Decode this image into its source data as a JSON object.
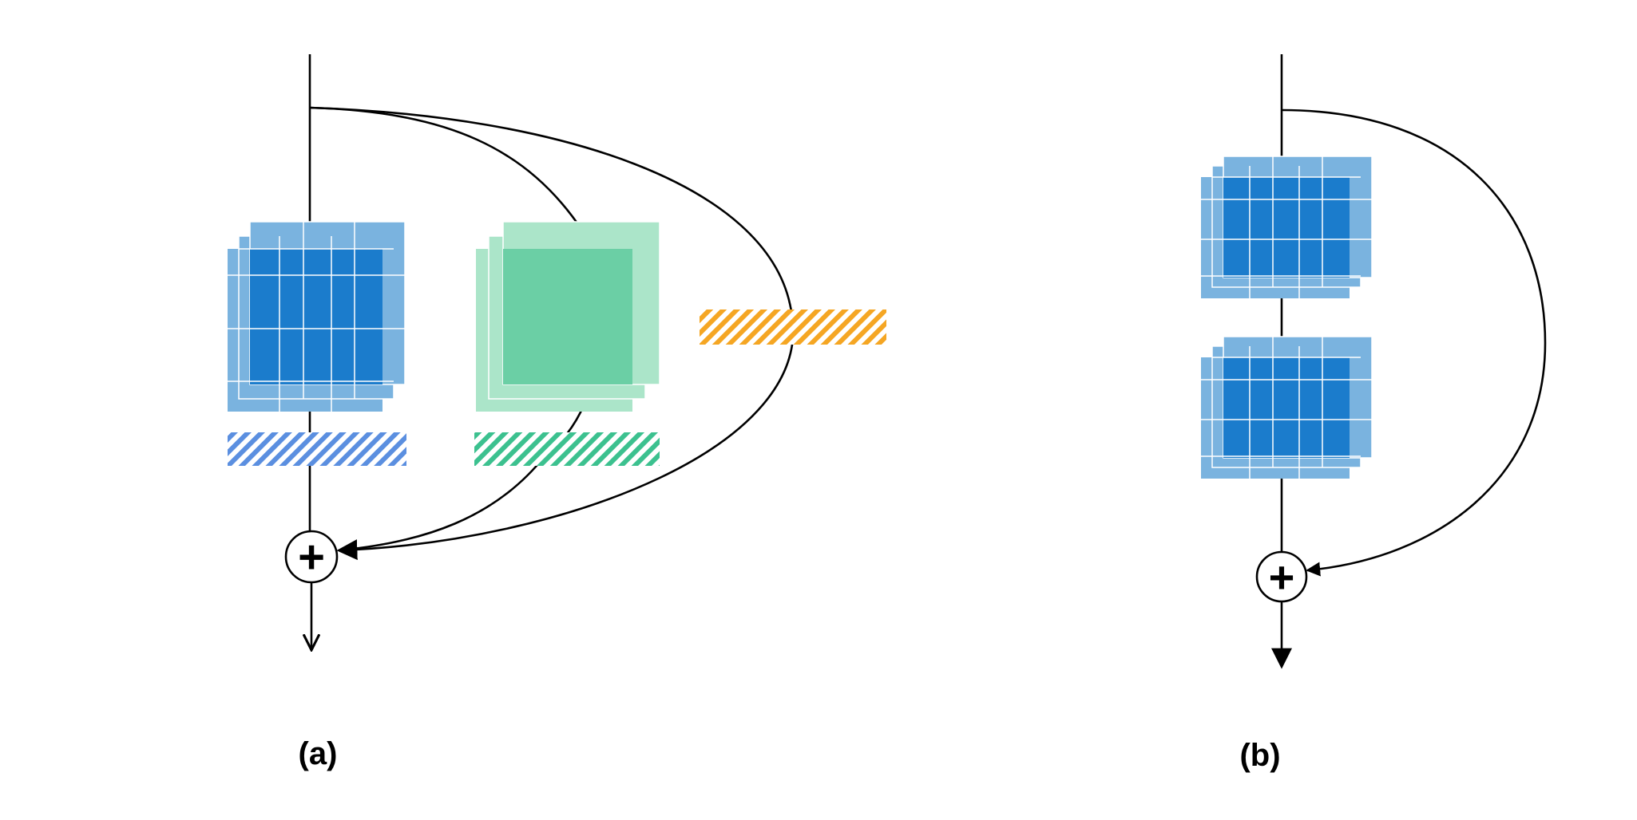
{
  "panels": [
    {
      "id": "a",
      "label": "(a)"
    },
    {
      "id": "b",
      "label": "(b)"
    }
  ],
  "operators": {
    "sum_symbol": "+"
  },
  "colors": {
    "conv_blue_light": "#7ab3df",
    "conv_blue_dark": "#1b7ccc",
    "conv_green_light": "#abe5c9",
    "conv_green_mid": "#6bcfa5",
    "norm_blue_stripe": "#5b8fe0",
    "norm_green_stripe": "#3cc18f",
    "norm_orange_stripe": "#f5a623",
    "line": "#000000"
  },
  "icons": {
    "blue_conv_stack": "gridded-feature-map-stack-icon",
    "green_conv_stack": "plain-feature-map-stack-icon",
    "striped_bar": "normalization-layer-icon",
    "sum_node": "circled-plus-icon"
  }
}
